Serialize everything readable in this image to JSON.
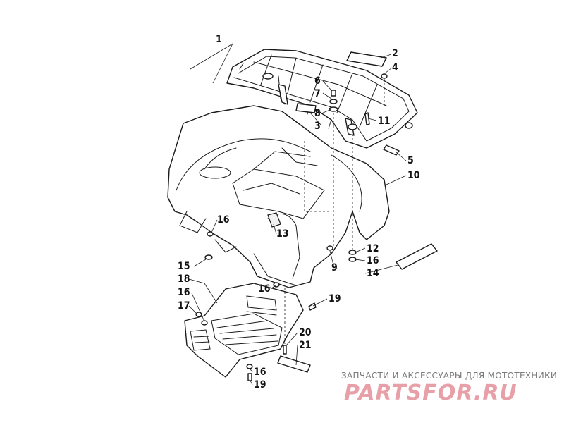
{
  "callouts": [
    {
      "label": "1"
    },
    {
      "label": "2"
    },
    {
      "label": "4"
    },
    {
      "label": "6"
    },
    {
      "label": "7"
    },
    {
      "label": "8"
    },
    {
      "label": "3"
    },
    {
      "label": "11"
    },
    {
      "label": "5"
    },
    {
      "label": "10"
    },
    {
      "label": "16"
    },
    {
      "label": "13"
    },
    {
      "label": "15"
    },
    {
      "label": "12"
    },
    {
      "label": "16"
    },
    {
      "label": "14"
    },
    {
      "label": "9"
    },
    {
      "label": "18"
    },
    {
      "label": "16"
    },
    {
      "label": "16"
    },
    {
      "label": "19"
    },
    {
      "label": "17"
    },
    {
      "label": "20"
    },
    {
      "label": "21"
    },
    {
      "label": "16"
    },
    {
      "label": "19"
    }
  ],
  "watermark": {
    "caption": "ЗАПЧАСТИ И АКСЕССУАРЫ ДЛЯ МОТОТЕХНИКИ",
    "logo": "PARTSFOR.RU"
  },
  "colors": {
    "line": "#1a1a1a",
    "background": "#ffffff",
    "watermark_caption": "#7a7a7a",
    "watermark_logo": "#e8a0a8"
  }
}
